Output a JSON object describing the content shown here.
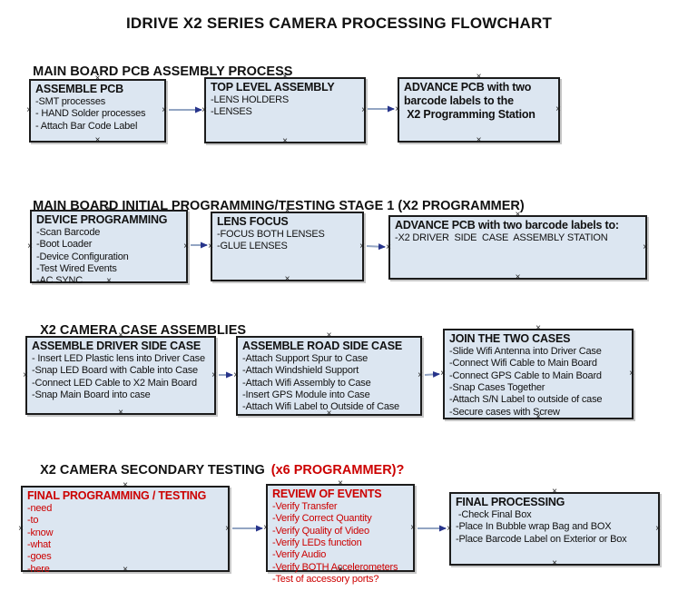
{
  "title": "IDRIVE X2  SERIES CAMERA PROCESSING FLOWCHART",
  "colors": {
    "box_fill": "#dce6f1",
    "box_border": "#1c1c1c",
    "accent_red": "#cc0000",
    "connector_line": "#93a5c3",
    "connector_arrowhead": "#27348b",
    "text": "#111111"
  },
  "sections": [
    {
      "heading": "MAIN BOARD PCB ASSEMBLY PROCESS",
      "boxes": [
        {
          "title": "ASSEMBLE PCB",
          "lines": [
            "-SMT processes",
            "- HAND Solder processes",
            "- Attach Bar Code Label"
          ]
        },
        {
          "title": "TOP LEVEL ASSEMBLY",
          "lines": [
            "-LENS HOLDERS",
            "-LENSES"
          ]
        },
        {
          "title": "ADVANCE PCB with two\nbarcode labels to the\n X2 Programming Station",
          "lines": []
        }
      ]
    },
    {
      "heading": "MAIN BOARD INITIAL PROGRAMMING/TESTING STAGE 1 (X2 PROGRAMMER)",
      "boxes": [
        {
          "title": "DEVICE PROGRAMMING",
          "lines": [
            "-Scan Barcode",
            "-Boot Loader",
            "-Device Configuration",
            "-Test Wired Events",
            "-AC SYNC"
          ]
        },
        {
          "title": "LENS FOCUS",
          "lines": [
            "-FOCUS BOTH LENSES",
            "-GLUE LENSES"
          ]
        },
        {
          "title": "ADVANCE PCB with two barcode labels to:",
          "lines": [
            "-X2 DRIVER  SIDE  CASE  ASSEMBLY STATION"
          ]
        }
      ]
    },
    {
      "heading": "X2 CAMERA CASE ASSEMBLIES",
      "boxes": [
        {
          "title": "ASSEMBLE DRIVER SIDE CASE",
          "lines": [
            "- Insert LED Plastic lens into Driver Case",
            "-Snap LED Board with Cable into Case",
            "-Connect LED Cable to X2 Main Board",
            "-Snap Main Board into case"
          ]
        },
        {
          "title": "ASSEMBLE ROAD SIDE CASE",
          "lines": [
            "-Attach Support Spur to Case",
            "-Attach Windshield Support",
            "-Attach Wifi Assembly to Case",
            "-Insert GPS Module into Case",
            "-Attach Wifi Label to Outside of Case"
          ]
        },
        {
          "title": "JOIN THE TWO CASES",
          "lines": [
            "-Slide Wifi Antenna into Driver Case",
            "-Connect Wifi Cable to Main Board",
            "-Connect GPS Cable to Main Board",
            "-Snap Cases Together",
            "-Attach S/N Label to outside of case",
            "-Secure cases with Screw"
          ]
        }
      ]
    },
    {
      "heading": "X2 CAMERA SECONDARY TESTING",
      "heading_red": "(x6 PROGRAMMER)?",
      "boxes": [
        {
          "title": "FINAL PROGRAMMING / TESTING",
          "lines": [
            "-need",
            "-to",
            "-know",
            "-what",
            "-goes",
            "-here"
          ]
        },
        {
          "title": "REVIEW OF EVENTS",
          "lines": [
            "-Verify Transfer",
            "-Verify Correct Quantity",
            "-Verify Quality of Video",
            "-Verify LEDs function",
            "-Verify Audio",
            "-Verify BOTH Accelerometers",
            "-Test of accessory ports?"
          ]
        },
        {
          "title": "FINAL PROCESSING",
          "lines": [
            " -Check Final Box",
            "-Place In Bubble wrap Bag and BOX",
            "-Place Barcode Label on Exterior or Box"
          ]
        }
      ]
    }
  ]
}
